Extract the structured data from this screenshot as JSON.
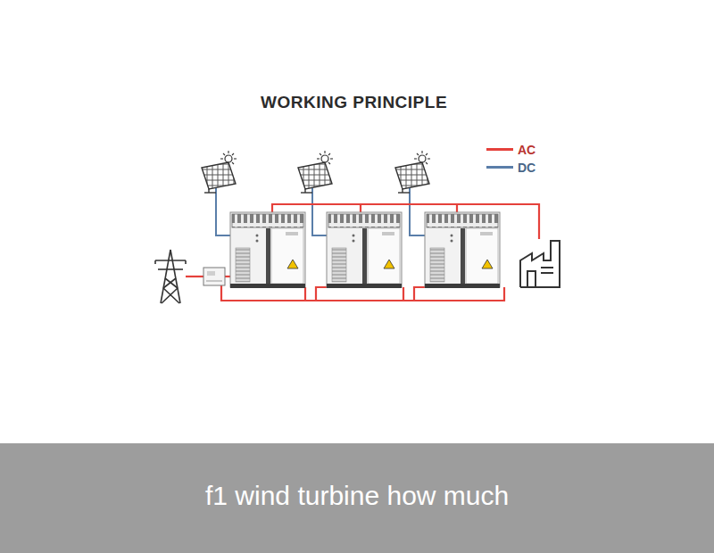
{
  "diagram": {
    "title": "WORKING PRINCIPLE",
    "caption": "f1 wind turbine how much",
    "legend": [
      {
        "text": "AC",
        "color": "#e5413b"
      },
      {
        "text": "DC",
        "color": "#5a7ea9"
      }
    ]
  }
}
